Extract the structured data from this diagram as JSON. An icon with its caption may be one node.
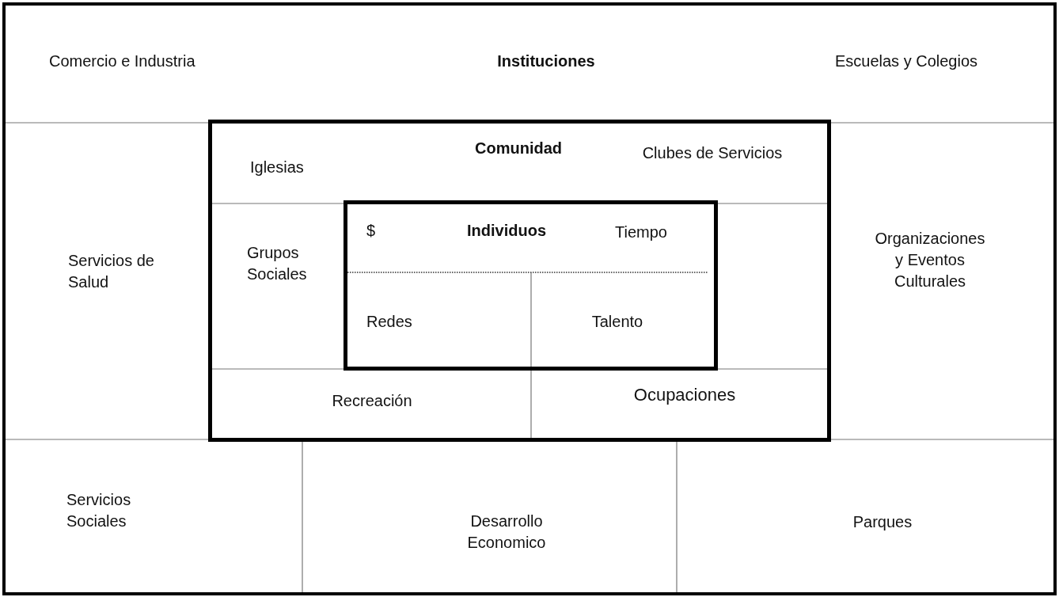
{
  "diagram": {
    "nodes": [
      {
        "text": [
          "Comercio e Industria",
          "Instituciones",
          "Escuelas y Colegios",
          "Servicios de Salud",
          "Organizaciones y Eventos Culturales",
          "Servicios Sociales",
          "Desarrollo Economico",
          "Parques"
        ]
      },
      {
        "text": [
          "Iglesias",
          "Comunidad",
          "Clubes de Servicios",
          "Grupos Sociales",
          "Recreación",
          "Ocupaciones"
        ],
        "in": 0
      },
      {
        "text": [
          "$",
          "Individuos",
          "Tiempo",
          "Redes",
          "Talento"
        ],
        "in": 1
      }
    ],
    "edges": []
  }
}
